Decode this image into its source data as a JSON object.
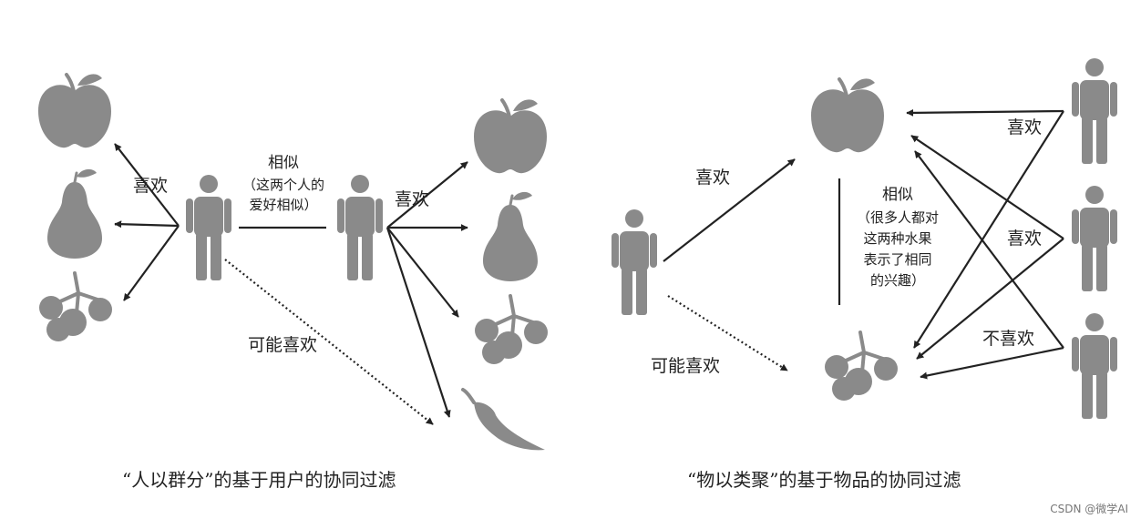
{
  "left_panel": {
    "likes_label": "喜欢",
    "similar_title": "相似",
    "similar_note_line1": "（这两个人的",
    "similar_note_line2": "爱好相似）",
    "likes_label_2": "喜欢",
    "maybe_like_label": "可能喜欢",
    "caption": "“人以群分”的基于用户的协同过滤"
  },
  "right_panel": {
    "likes_label": "喜欢",
    "maybe_like_label": "可能喜欢",
    "similar_title": "相似",
    "similar_note_line1": "（很多人都对",
    "similar_note_line2": "这两种水果",
    "similar_note_line3": "表示了相同",
    "similar_note_line4": "的兴趣）",
    "users_like_1": "喜欢",
    "users_like_2": "喜欢",
    "users_dislike": "不喜欢",
    "caption": "“物以类聚”的基于物品的协同过滤"
  },
  "watermark": "CSDN @微学AI",
  "colors": {
    "icon": "#8a8a8a",
    "line": "#222222",
    "text": "#222222"
  },
  "icons": [
    "person-icon",
    "apple-icon",
    "pear-icon",
    "grapes-icon",
    "chili-pepper-icon"
  ]
}
